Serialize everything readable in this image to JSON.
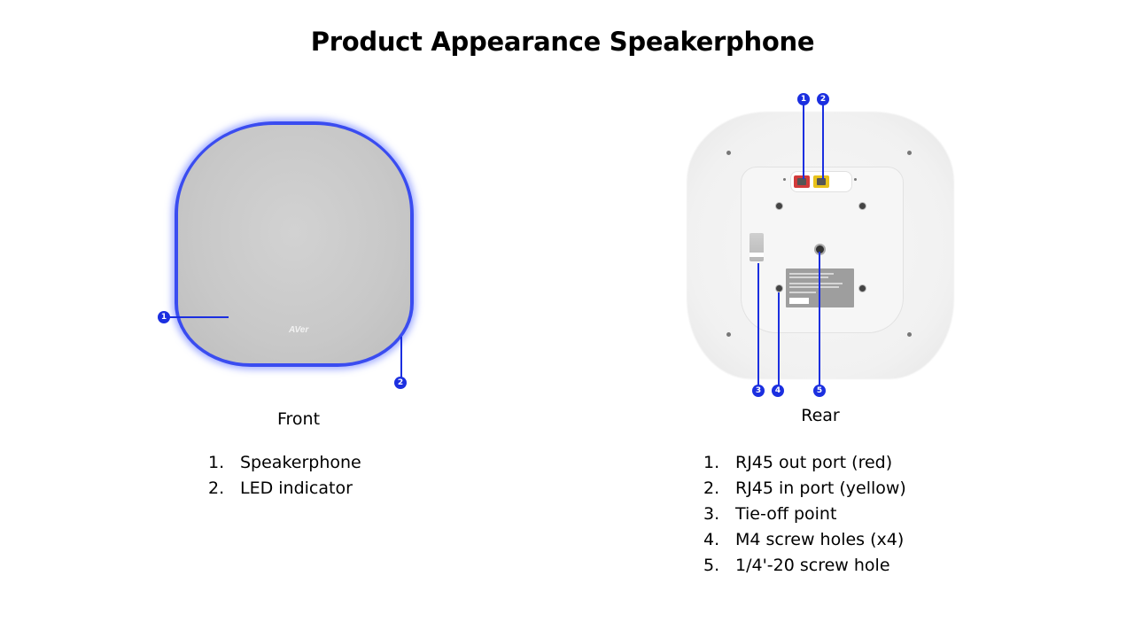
{
  "slide": {
    "title": "Product Appearance Speakerphone"
  },
  "front": {
    "caption": "Front",
    "logo_text": "AVer",
    "callouts": [
      "1",
      "2"
    ],
    "items": [
      {
        "num": "1.",
        "label": "Speakerphone"
      },
      {
        "num": "2.",
        "label": "LED indicator"
      }
    ]
  },
  "rear": {
    "caption": "Rear",
    "callouts": [
      "1",
      "2",
      "3",
      "4",
      "5"
    ],
    "items": [
      {
        "num": "1.",
        "label": "RJ45 out port (red)"
      },
      {
        "num": "2.",
        "label": "RJ45 in port (yellow)"
      },
      {
        "num": "3.",
        "label": "Tie-off point"
      },
      {
        "num": "4.",
        "label": "M4 screw holes (x4)"
      },
      {
        "num": "5.",
        "label": "1/4'-20 screw hole"
      }
    ]
  },
  "colors": {
    "callout": "#1b2fe0",
    "led": "#3a4cf0",
    "port_out": "#d23a3a",
    "port_in": "#e8c21a"
  }
}
